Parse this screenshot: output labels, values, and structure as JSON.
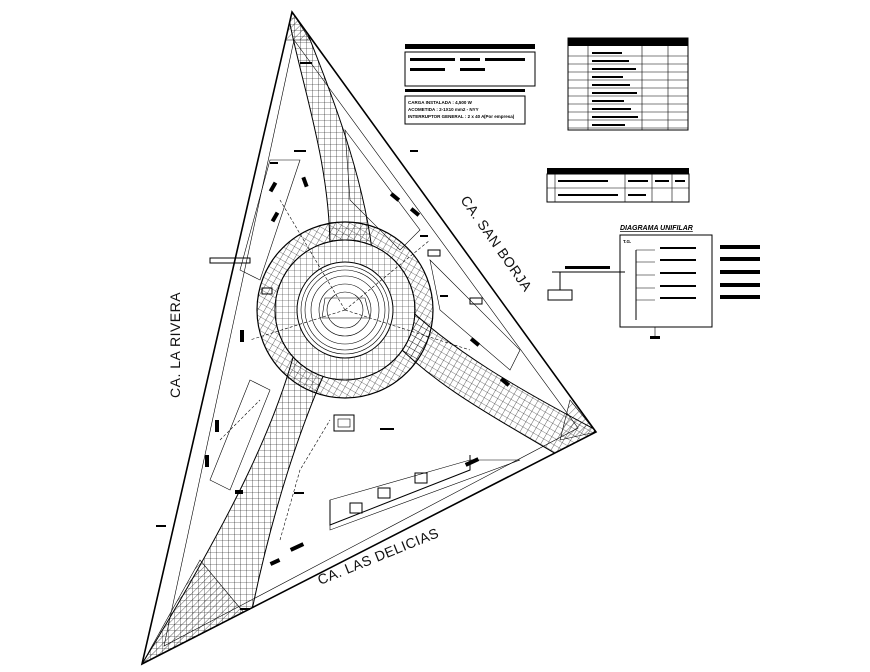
{
  "streets": {
    "san_borja": "CA. SAN BORJA",
    "la_rivera": "CA. LA RIVERA",
    "las_delicias": "CA. LAS DELICIAS"
  },
  "info_box": {
    "line1": "CARGA INSTALADA : 4,500 W",
    "line2": "ACOMETIDA : 2-1X10 mm2 - NYY",
    "line3": "INTERRUPTOR GENERAL : 2 x 40 A",
    "note": "(Por empresa)"
  },
  "unifilar": {
    "title": "DIAGRAMA UNIFILAR",
    "board": "T.G."
  },
  "colors": {
    "ink": "#000000",
    "background": "#ffffff"
  }
}
